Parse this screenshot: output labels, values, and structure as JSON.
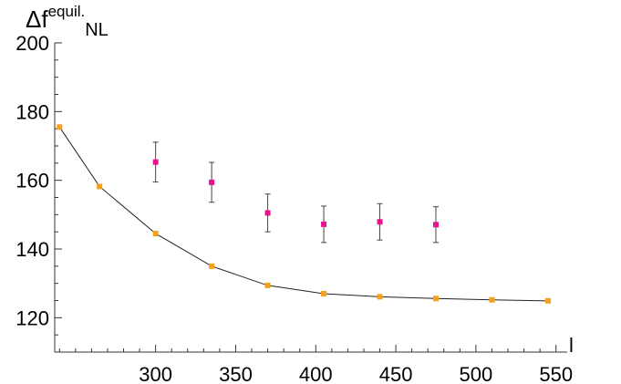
{
  "chart_data": {
    "type": "scatter",
    "title": "",
    "ylabel": {
      "prefix": "Δf",
      "superscript": "equil.",
      "subscript": "NL"
    },
    "xlabel": "l",
    "xlim": [
      237,
      557
    ],
    "ylim": [
      110,
      200
    ],
    "xticks": [
      300,
      350,
      400,
      450,
      500,
      550
    ],
    "yticks": [
      120,
      140,
      160,
      180,
      200
    ],
    "x_minor_step": 10,
    "y_minor_step": 5,
    "grid": false,
    "legend": "none",
    "series": [
      {
        "color": "#f5a01a",
        "marker": "square",
        "connected": true,
        "points": [
          {
            "x": 240,
            "y": 175.5
          },
          {
            "x": 265,
            "y": 158.2
          },
          {
            "x": 300,
            "y": 144.5
          },
          {
            "x": 335,
            "y": 135.0
          },
          {
            "x": 370,
            "y": 129.4
          },
          {
            "x": 405,
            "y": 127.0
          },
          {
            "x": 440,
            "y": 126.1
          },
          {
            "x": 475,
            "y": 125.6
          },
          {
            "x": 510,
            "y": 125.2
          },
          {
            "x": 545,
            "y": 124.9
          }
        ]
      },
      {
        "color": "#e8138c",
        "marker": "square",
        "connected": false,
        "points": [
          {
            "x": 300,
            "y": 165.3,
            "err": 5.8
          },
          {
            "x": 335,
            "y": 159.4,
            "err": 5.8
          },
          {
            "x": 370,
            "y": 150.5,
            "err": 5.5
          },
          {
            "x": 405,
            "y": 147.2,
            "err": 5.3
          },
          {
            "x": 440,
            "y": 147.9,
            "err": 5.3
          },
          {
            "x": 475,
            "y": 147.1,
            "err": 5.2
          }
        ]
      }
    ]
  }
}
